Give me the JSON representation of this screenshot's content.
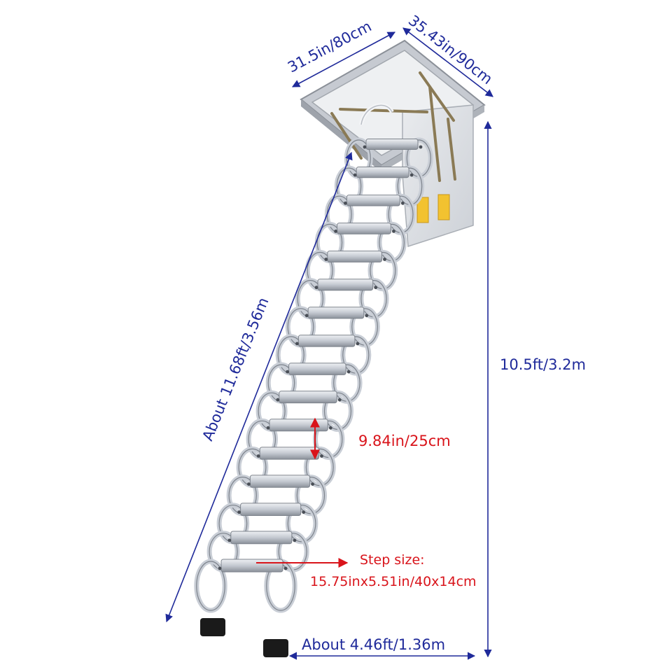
{
  "dimensions": {
    "frame_width": "31.5in/80cm",
    "frame_depth": "35.43in/90cm",
    "ladder_length": "About 11.68ft/3.56m",
    "ceiling_height": "10.5ft/3.2m",
    "step_spacing": "9.84in/25cm",
    "step_size_title": "Step size:",
    "step_size_value": "15.75inx5.51in/40x14cm",
    "base_span": "About 4.46ft/1.36m"
  },
  "colors": {
    "dimension_line": "#1f2a9a",
    "highlight": "#d9141b",
    "metal": "#c9ced6",
    "metal_dark": "#7d838c",
    "foot": "#1a1a1a"
  },
  "ladder": {
    "rung_count": 16
  }
}
